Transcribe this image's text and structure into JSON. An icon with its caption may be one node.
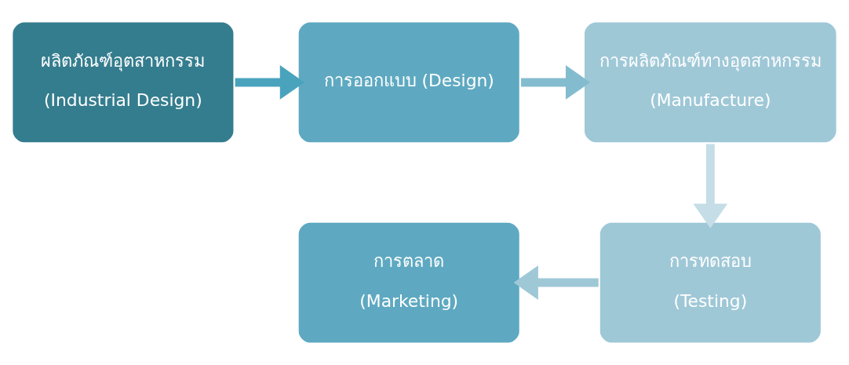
{
  "diagram": {
    "nodes": [
      {
        "text": [
          "ผลิตภัณฑ์อุตสาหกรรม",
          "(Industrial Design)"
        ]
      },
      {
        "text": [
          "การออกแบบ (Design)"
        ]
      },
      {
        "text": [
          "การผลิตภัณฑ์ทางอุตสาหกรรม",
          "(Manufacture)"
        ]
      },
      {
        "text": [
          "การทดสอบ",
          "(Testing)"
        ]
      },
      {
        "text": [
          "การตลาด",
          "(Marketing)"
        ]
      }
    ],
    "edges": [
      {
        "from": 0,
        "to": 1,
        "arrow": "to",
        "color": "#4aa3bd"
      },
      {
        "from": 1,
        "to": 2,
        "arrow": "to",
        "color": "#84bccf"
      },
      {
        "from": 2,
        "to": 3,
        "arrow": "to",
        "color": "#c5dde6"
      },
      {
        "from": 3,
        "to": 4,
        "arrow": "to",
        "color": "#9fc8d7"
      }
    ]
  }
}
